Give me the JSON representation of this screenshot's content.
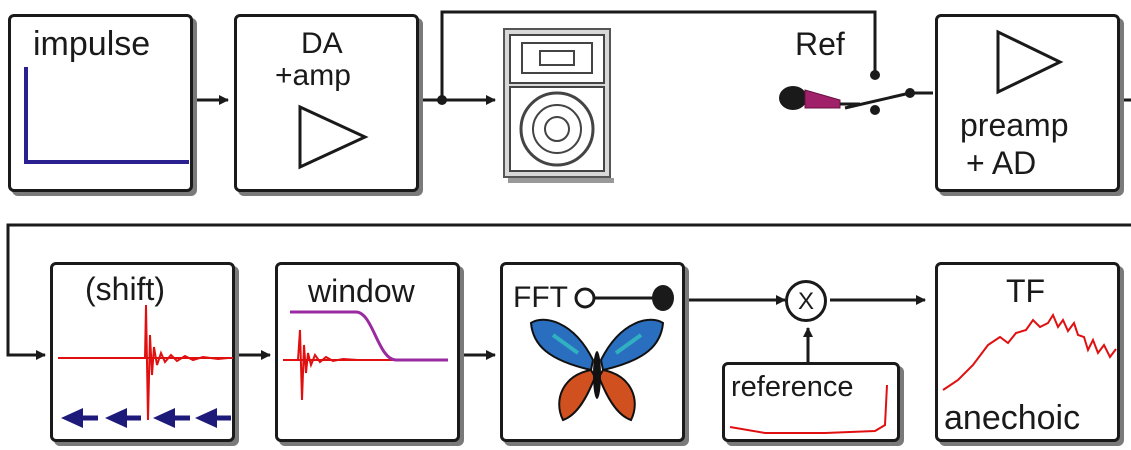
{
  "colors": {
    "line": "#1a1a1a",
    "shadow": "#7a7a7a",
    "impulse": "#2a2090",
    "response": "#e01010",
    "window": "#9a2aa0",
    "arrow_fill": "#1e1a7a",
    "mic": "#a0206a"
  },
  "row1": {
    "impulse": {
      "label": "impulse"
    },
    "da_amp": {
      "label_line1": "DA",
      "label_line2": "+amp"
    },
    "speaker": {
      "icon": "speaker-cabinet-icon"
    },
    "ref": {
      "label": "Ref"
    },
    "mic": {
      "icon": "microphone-icon"
    },
    "preamp": {
      "label_line1": "preamp",
      "label_line2": "+ AD"
    }
  },
  "row2": {
    "shift": {
      "label": "(shift)"
    },
    "window": {
      "label": "window"
    },
    "fft": {
      "label": "FFT",
      "icon": "butterfly-icon"
    },
    "multiply": {
      "symbol": "X"
    },
    "reference": {
      "label": "reference"
    },
    "tf": {
      "label_top": "TF",
      "label_bottom": "anechoic"
    }
  }
}
